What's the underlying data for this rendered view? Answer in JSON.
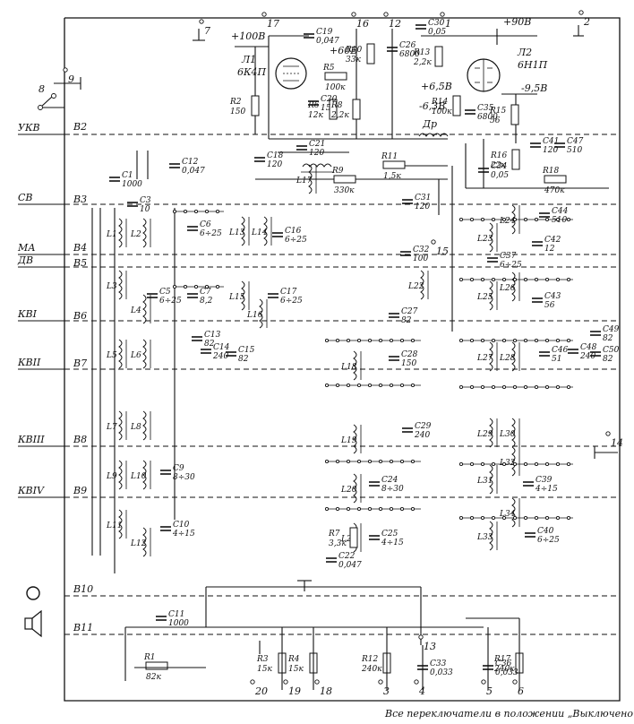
{
  "diagram": {
    "caption": "Все переключатели в положении „Выключено“",
    "bands": [
      "УКВ",
      "СВ",
      "МА",
      "ДВ",
      "КВI",
      "КВII",
      "КВIII",
      "КВIV"
    ],
    "switch_sections": [
      "В2",
      "В3",
      "В4",
      "В5",
      "В6",
      "В7",
      "В8",
      "В9",
      "В10",
      "В11"
    ],
    "switch_section_8": "8",
    "tubes": [
      {
        "ref": "Л1",
        "type": "6К4П"
      },
      {
        "ref": "Л2",
        "type": "6Н1П"
      }
    ],
    "supply": [
      "+100В",
      "+60В",
      "+90В",
      "+6,5В",
      "-6,3В",
      "-9,5В"
    ],
    "terminals": [
      "1",
      "2",
      "3",
      "4",
      "5",
      "6",
      "7",
      "9",
      "12",
      "13",
      "14",
      "15",
      "16",
      "17",
      "18",
      "19",
      "20"
    ],
    "resistors": [
      {
        "ref": "R1",
        "value": "82к"
      },
      {
        "ref": "R2",
        "value": "150"
      },
      {
        "ref": "R3",
        "value": "15к"
      },
      {
        "ref": "R4",
        "value": "15к"
      },
      {
        "ref": "R5",
        "value": "100к"
      },
      {
        "ref": "R6",
        "value": "12к"
      },
      {
        "ref": "R7",
        "value": "3,3к"
      },
      {
        "ref": "R8",
        "value": "2,2к"
      },
      {
        "ref": "R9",
        "value": "330к"
      },
      {
        "ref": "R10",
        "value": "33к"
      },
      {
        "ref": "R11",
        "value": "1,5к"
      },
      {
        "ref": "R12",
        "value": "240к"
      },
      {
        "ref": "R13",
        "value": "2,2к"
      },
      {
        "ref": "R14",
        "value": "100к"
      },
      {
        "ref": "R15",
        "value": "56"
      },
      {
        "ref": "R16",
        "value": "22к"
      },
      {
        "ref": "R17",
        "value": "240к"
      },
      {
        "ref": "R18",
        "value": "470к"
      }
    ],
    "capacitors": [
      {
        "ref": "C1",
        "value": "1000"
      },
      {
        "ref": "C3",
        "value": "10"
      },
      {
        "ref": "C5",
        "value": "6÷25"
      },
      {
        "ref": "C6",
        "value": "6÷25"
      },
      {
        "ref": "C7",
        "value": "8,2"
      },
      {
        "ref": "C9",
        "value": "8÷30"
      },
      {
        "ref": "C10",
        "value": "4÷15"
      },
      {
        "ref": "C11",
        "value": "1000"
      },
      {
        "ref": "C12",
        "value": "0,047"
      },
      {
        "ref": "C13",
        "value": "82"
      },
      {
        "ref": "C14",
        "value": "240"
      },
      {
        "ref": "C15",
        "value": "82"
      },
      {
        "ref": "C16",
        "value": "6÷25"
      },
      {
        "ref": "C17",
        "value": "6÷25"
      },
      {
        "ref": "C18",
        "value": "120"
      },
      {
        "ref": "C19",
        "value": "0,047"
      },
      {
        "ref": "C20",
        "value": "15"
      },
      {
        "ref": "C21",
        "value": "120"
      },
      {
        "ref": "C22",
        "value": "0,047"
      },
      {
        "ref": "C24",
        "value": "8÷30"
      },
      {
        "ref": "C25",
        "value": "4÷15"
      },
      {
        "ref": "C26",
        "value": "6800"
      },
      {
        "ref": "C27",
        "value": "82"
      },
      {
        "ref": "C28",
        "value": "150"
      },
      {
        "ref": "C29",
        "value": "240"
      },
      {
        "ref": "C30",
        "value": "0,05"
      },
      {
        "ref": "C31",
        "value": "120"
      },
      {
        "ref": "C32",
        "value": "100"
      },
      {
        "ref": "C33",
        "value": "0,033"
      },
      {
        "ref": "C34",
        "value": "0,05"
      },
      {
        "ref": "C35",
        "value": "6800"
      },
      {
        "ref": "C36",
        "value": "0,033"
      },
      {
        "ref": "C37",
        "value": "6÷25"
      },
      {
        "ref": "C39",
        "value": "4÷15"
      },
      {
        "ref": "C40",
        "value": "6÷25"
      },
      {
        "ref": "C41",
        "value": "120"
      },
      {
        "ref": "C42",
        "value": "12"
      },
      {
        "ref": "C43",
        "value": "56"
      },
      {
        "ref": "C44",
        "value": "510"
      },
      {
        "ref": "C46",
        "value": "51"
      },
      {
        "ref": "C47",
        "value": "510"
      },
      {
        "ref": "C48",
        "value": "240"
      },
      {
        "ref": "C49",
        "value": "82"
      },
      {
        "ref": "C50",
        "value": "82"
      }
    ],
    "coils": [
      "L1",
      "L2",
      "L3",
      "L4",
      "L5",
      "L6",
      "L7",
      "L8",
      "L9",
      "L10",
      "L11",
      "L12",
      "L13",
      "L14",
      "L15",
      "L16",
      "L17",
      "L18",
      "L19",
      "L20",
      "L21",
      "L22",
      "L23",
      "L24",
      "L25",
      "L26",
      "L27",
      "L28",
      "L29",
      "L30",
      "L31",
      "L32",
      "L33",
      "L34"
    ],
    "choke": "Др"
  }
}
